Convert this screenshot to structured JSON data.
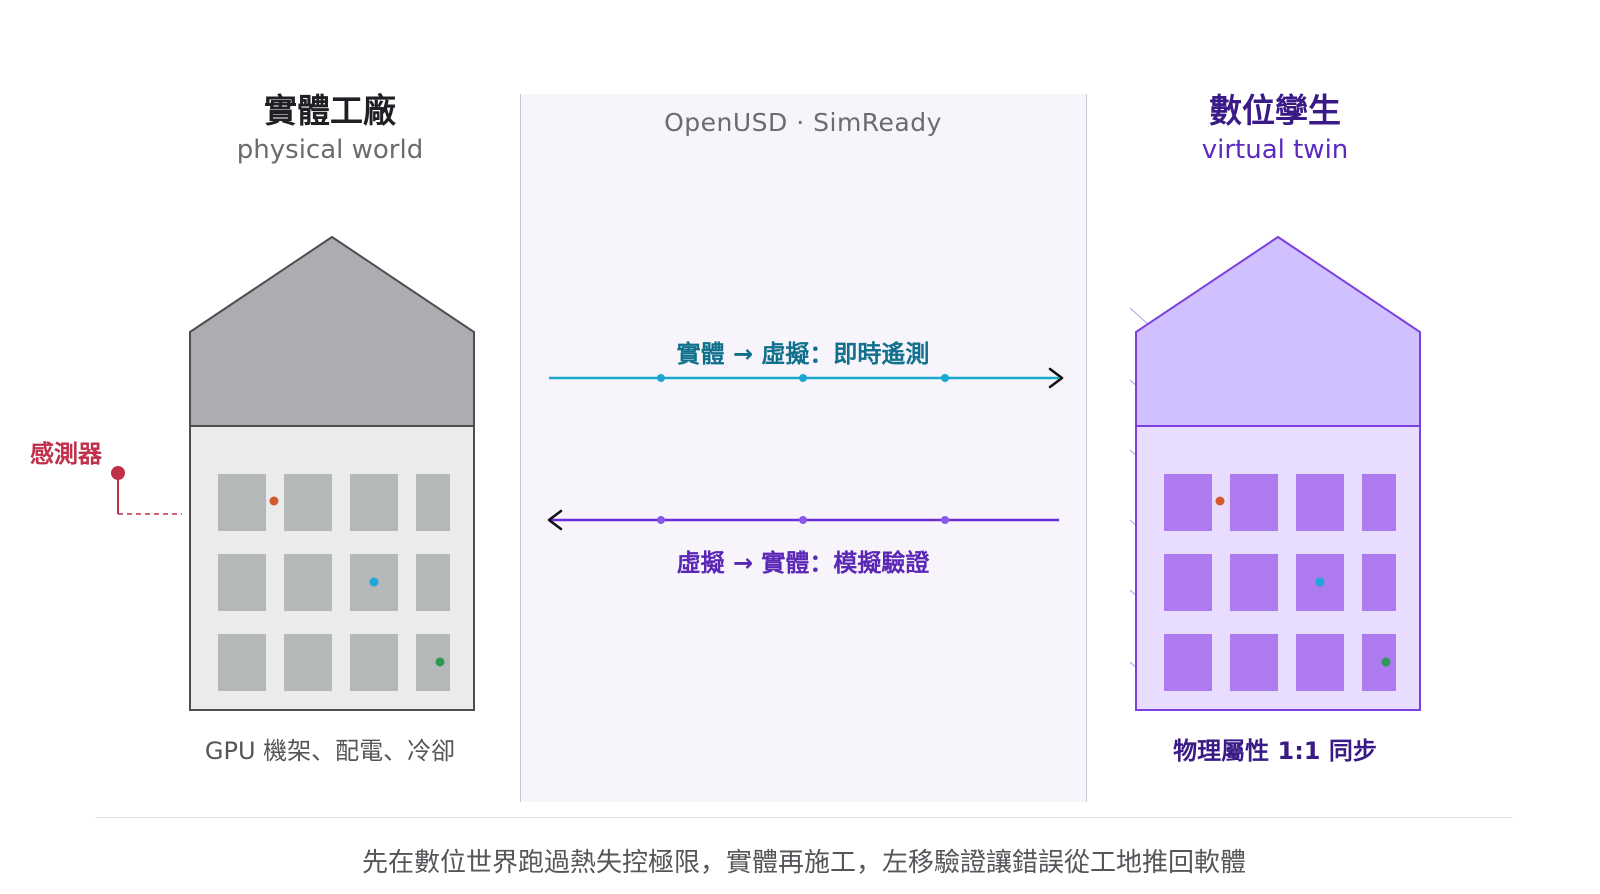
{
  "left": {
    "title": "實體工廠",
    "subtitle": "physical world",
    "caption": "GPU 機架、配電、冷卻",
    "sensor_label": "感測器"
  },
  "middle": {
    "title": "OpenUSD · SimReady",
    "forward_label": "實體 → 虛擬：即時遙測",
    "backward_label": "虛擬 → 實體：模擬驗證"
  },
  "right": {
    "title": "數位孿生",
    "subtitle": "virtual twin",
    "caption": "物理屬性 1:1 同步"
  },
  "footer": {
    "text": "先在數位世界跑過熱失控極限，實體再施工，左移驗證讓錯誤從工地推回軟體"
  },
  "colors": {
    "physical_roof": "#acadb0",
    "physical_body": "#ebebeb",
    "physical_window": "#b5b8b9",
    "virtual_roof": "#d1c0ff",
    "virtual_body": "#e9ddff",
    "virtual_window": "#ad7bef",
    "virtual_outline": "#7c3fe0",
    "telemetry_arrow": "#1aa7d0",
    "simulation_arrow": "#6a2fd6",
    "sensor": "#c0304a",
    "dot_orange": "#d35a2c",
    "dot_blue": "#21a6d9",
    "dot_green": "#2c9a55"
  }
}
